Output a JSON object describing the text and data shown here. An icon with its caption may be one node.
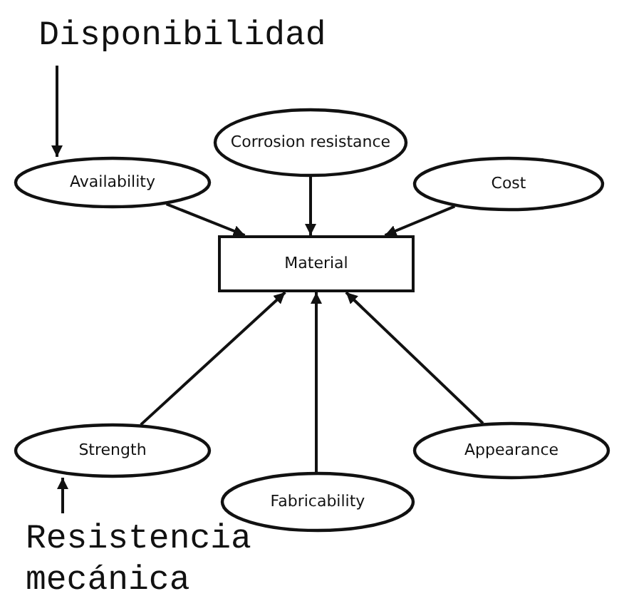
{
  "diagram": {
    "nodes": [
      {
        "text": [
          "Disponibilidad"
        ]
      },
      {
        "text": [
          "Availability"
        ]
      },
      {
        "text": [
          "Corrosion resistance"
        ]
      },
      {
        "text": [
          "Cost"
        ]
      },
      {
        "text": [
          "Material"
        ]
      },
      {
        "text": [
          "Strength"
        ]
      },
      {
        "text": [
          "Fabricability"
        ]
      },
      {
        "text": [
          "Appearance"
        ]
      },
      {
        "text": [
          "Resistencia mecánica"
        ]
      }
    ],
    "edges": [
      {
        "from": 0,
        "to": 1,
        "arrow": "to"
      },
      {
        "from": 1,
        "to": 4,
        "arrow": "to"
      },
      {
        "from": 2,
        "to": 4,
        "arrow": "to"
      },
      {
        "from": 3,
        "to": 4,
        "arrow": "to"
      },
      {
        "from": 5,
        "to": 4,
        "arrow": "to"
      },
      {
        "from": 6,
        "to": 4,
        "arrow": "to"
      },
      {
        "from": 7,
        "to": 4,
        "arrow": "to"
      },
      {
        "from": 8,
        "to": 5,
        "arrow": "to"
      }
    ]
  }
}
